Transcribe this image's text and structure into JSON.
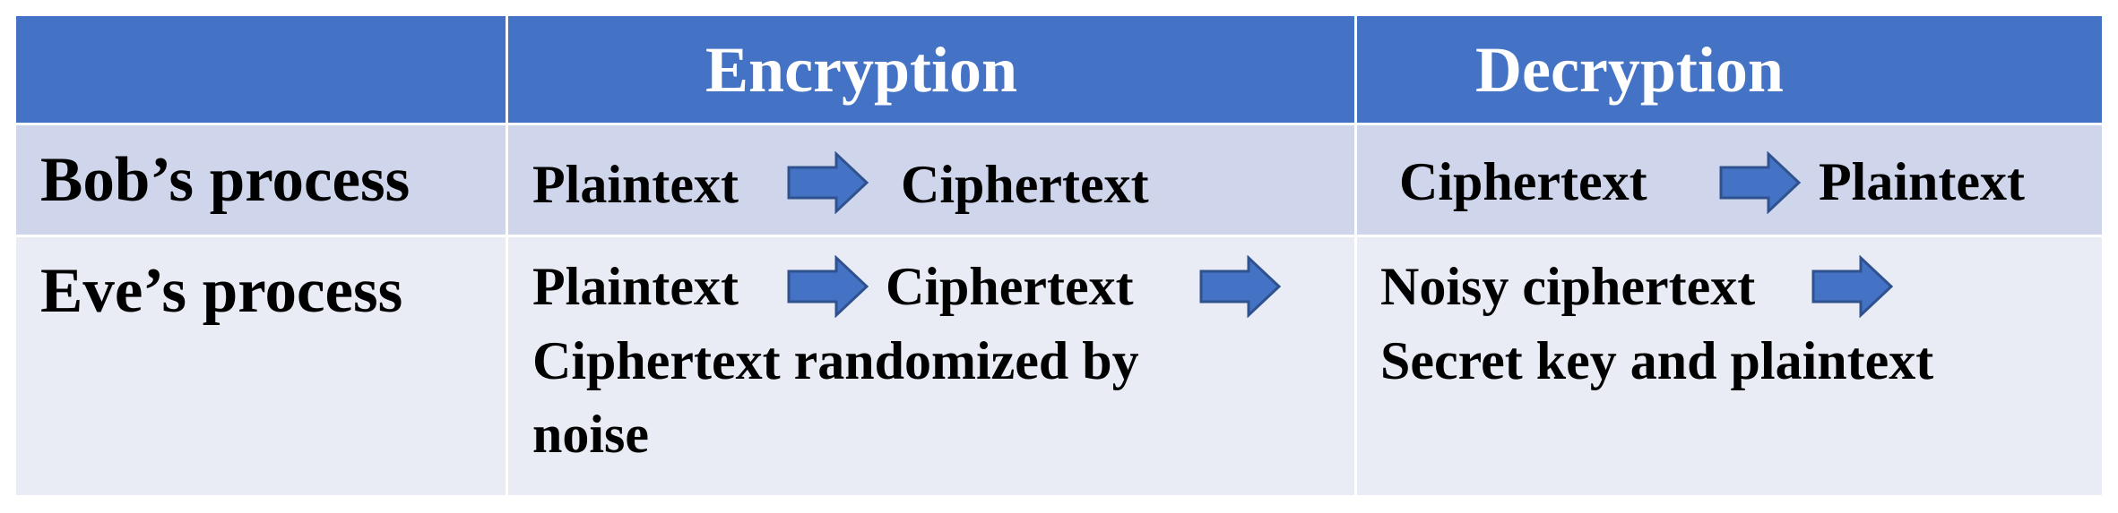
{
  "header": {
    "corner": "",
    "encryption": "Encryption",
    "decryption": "Decryption"
  },
  "rows": [
    {
      "label": "Bob’s process",
      "encryption": {
        "from": "Plaintext",
        "to": "Ciphertext"
      },
      "decryption": {
        "from": "Ciphertext",
        "to": "Plaintext"
      }
    },
    {
      "label": "Eve’s process",
      "encryption": {
        "from": "Plaintext",
        "to": "Ciphertext",
        "result_line1": "Ciphertext randomized by",
        "result_line2": "noise"
      },
      "decryption": {
        "from": "Noisy ciphertext",
        "result": "Secret key and plaintext"
      }
    }
  ],
  "colors": {
    "header_bg": "#4472c4",
    "row1_bg": "#cfd5ea",
    "row2_bg": "#e9ebf5",
    "arrow_fill": "#4472c4",
    "arrow_stroke": "#2f528f"
  },
  "icons": {
    "arrow": "right-arrow-icon"
  }
}
